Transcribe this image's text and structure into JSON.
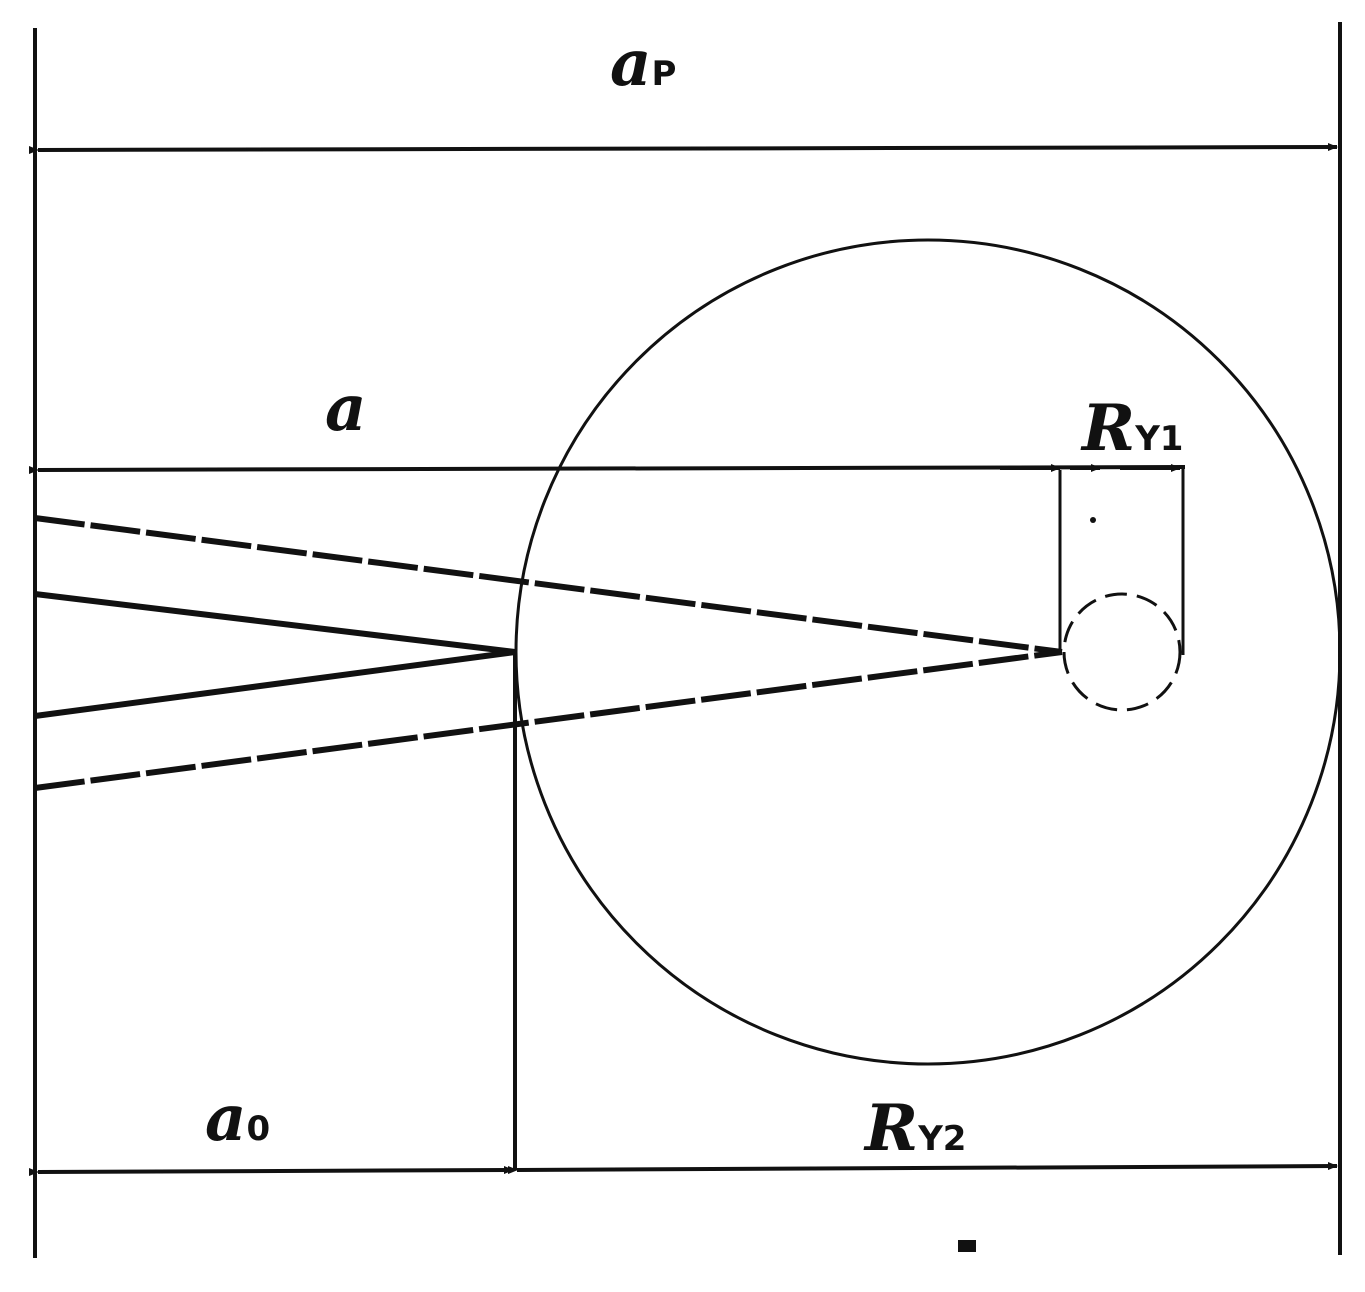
{
  "labels": {
    "ap": {
      "main": "a",
      "sub": "P"
    },
    "a": {
      "main": "a",
      "sub": ""
    },
    "a0": {
      "main": "a",
      "sub": "0"
    },
    "ry1": {
      "main": "R",
      "sub": "Y1"
    },
    "ry2": {
      "main": "R",
      "sub": "Y2"
    }
  },
  "colors": {
    "line": "#111111",
    "background": "#ffffff"
  }
}
